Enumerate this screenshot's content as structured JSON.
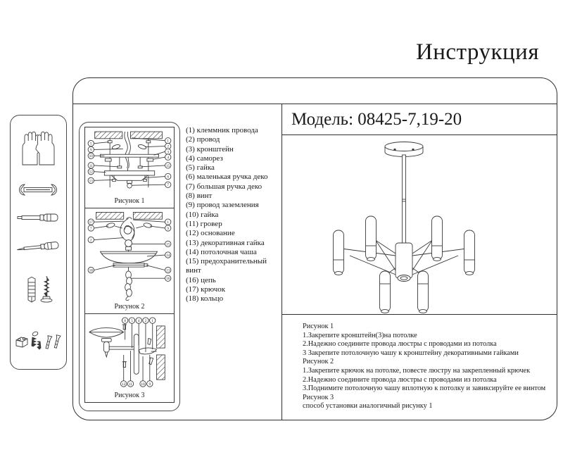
{
  "title": "Инструкция",
  "model_label": "Модель: 08425-7,19-20",
  "tools_panel": {
    "icons": [
      "gloves-icon",
      "wrench-icon",
      "flat-screwdriver-icon",
      "pointed-screwdriver-icon",
      "anchor-and-screw-icon",
      "fasteners-set-icon"
    ]
  },
  "figures": {
    "fig1": {
      "caption": "Рисунок 1",
      "left": [
        "5",
        "9",
        "10",
        "11",
        "12",
        "13"
      ],
      "right": [
        "1",
        "2",
        "3",
        "4",
        "15",
        "6",
        "7"
      ]
    },
    "fig2": {
      "caption": "Рисунок 2",
      "left": [
        "17",
        "7",
        "2",
        "18"
      ],
      "right": [
        "1",
        "9",
        "15",
        "14",
        "13",
        "16"
      ]
    },
    "fig3": {
      "caption": "Рисунок 3",
      "top": [
        "8",
        "5",
        "4",
        "2",
        "1"
      ],
      "bottom": [
        "12",
        "11",
        "10",
        "9"
      ]
    }
  },
  "parts_list": [
    "(1) клеммник провода",
    "(2) провод",
    "(3) кронштейн",
    "(4) саморез",
    "(5) гайка",
    "(6) маленькая ручка деко",
    "(7) большая ручка деко",
    "(8) винт",
    "(9) провод заземления",
    "(10) гайка",
    "(11) гровер",
    "(12) основание",
    "(13) декоративная гайка",
    "(14) потолочная чаша",
    "(15) предохранительный винт",
    "(16) цепь",
    "(17) крючок",
    "(18) кольцо"
  ],
  "instructions": [
    "Рисунок 1",
    "1.Закрепите кронштейн(3)на потолке",
    "2.Надежно соедините провода люстры с проводами из потолка",
    "3 Закрепите потолочную чашу к кронштейну декоративными гайками",
    "Рисунок 2",
    "1.Закрепите крючок на потолке, повесте люстру на закрепленный крючек",
    "2.Надежно соедините провода люстры с проводами из потолка",
    "3.Поднимите потолочную чашу вплотную к потолку и завиксируйте ее винтом",
    "Рисунок 3",
    "способ установки аналогичный рисунку 1"
  ]
}
